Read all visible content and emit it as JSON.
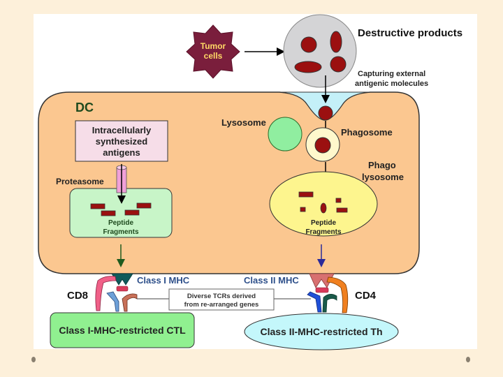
{
  "diagram": {
    "tumor_cells": "Tumor cells",
    "tumor_cells_lines": [
      "Tumor",
      "cells"
    ],
    "destructive_products": "Destructive products",
    "capturing_lines": [
      "Capturing external",
      "antigenic molecules"
    ],
    "dc_label": "DC",
    "intracellular_lines": [
      "Intracellularly",
      "synthesized",
      "antigens"
    ],
    "proteasome": "Proteasome",
    "peptide_fragments_lines": [
      "Peptide",
      "Fragments"
    ],
    "lysosome": "Lysosome",
    "phagosome": "Phagosome",
    "phagolysosome_lines": [
      "Phago",
      "lysosome"
    ],
    "class1_mhc": "Class I MHC",
    "class2_mhc": "Class II MHC",
    "cd8": "CD8",
    "cd4": "CD4",
    "tcr_lines": [
      "Diverse TCRs derived",
      "from re-arranged genes"
    ],
    "ctl_label": "Class I-MHC-restricted CTL",
    "th_label": "Class II-MHC-restricted Th"
  },
  "colors": {
    "background": "#fdf0da",
    "dc_cell": "#fbc790",
    "tumor": "#7a1e3c",
    "tumor_text": "#ffd966",
    "fragment": "#9b1010",
    "debris_circle": "#d4d4d6",
    "lysosome": "#90eea0",
    "phagosome": "#fff8cc",
    "phagolysosome": "#fdf58e",
    "peptide_box": "#c8f5c8",
    "antigen_box": "#f6dde8",
    "ctl": "#90f090",
    "th": "#c4f7fb",
    "mhc_text": "#2d4f8a",
    "dc_text": "#1e4a1e"
  }
}
